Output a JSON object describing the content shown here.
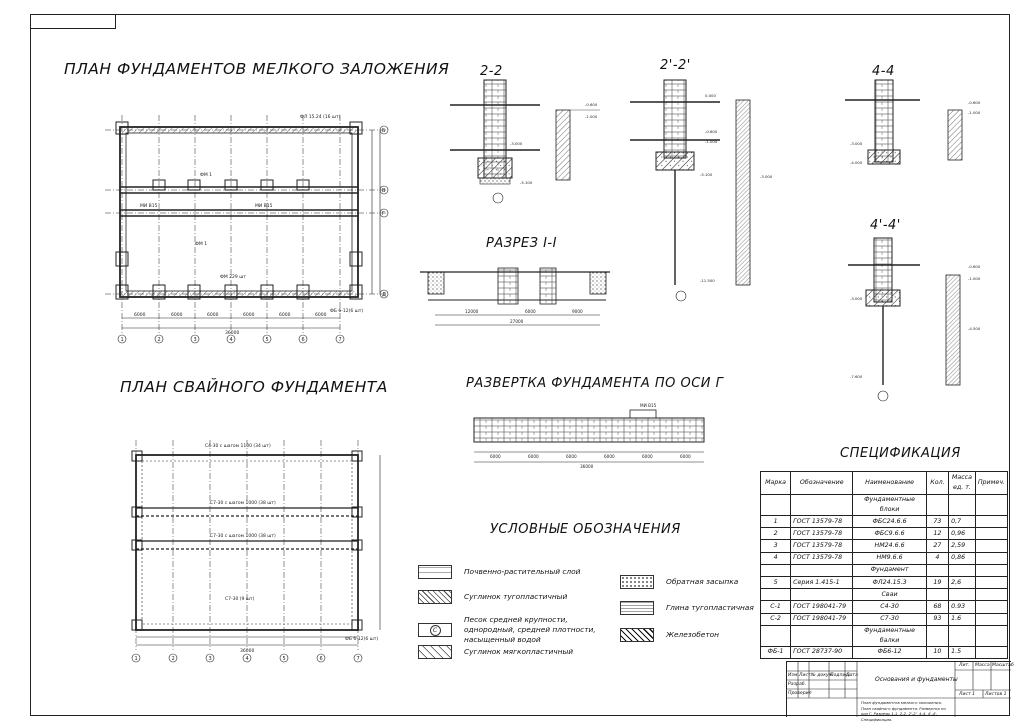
{
  "titles": {
    "shallow_plan": "ПЛАН ФУНДАМЕНТОВ МЕЛКОГО ЗАЛОЖЕНИЯ",
    "pile_plan": "ПЛАН СВАЙНОГО ФУНДАМЕНТА",
    "section_2_2": "2-2",
    "section_2_2p": "2'-2'",
    "section_4_4": "4-4",
    "section_4_4p": "4'-4'",
    "section_1_1": "РАЗРЕЗ I-I",
    "development": "РАЗВЕРТКА ФУНДАМЕНТА ПО ОСИ Г",
    "legend": "УСЛОВНЫЕ ОБОЗНАЧЕНИЯ",
    "spec": "СПЕЦИФИКАЦИЯ"
  },
  "plan_labels": {
    "axes_numbers": [
      "1",
      "2",
      "3",
      "4",
      "5",
      "6",
      "7"
    ],
    "axes_letters": [
      "Б",
      "В",
      "Г",
      "Д"
    ],
    "spans": [
      "6000",
      "6000",
      "6000",
      "6000",
      "6000",
      "6000"
    ],
    "total": "36000",
    "dev_total": "36000",
    "fl_label": "ФЛ 15.24 (16 шт)",
    "fm_label": "ФМ 1",
    "mu_label": "МИ В15",
    "fm229": "ФМ 229 шт",
    "fb_label": "ФБ 6-12(6 шт)",
    "pile_c430": "С4-30 с шагом 1100 (34 шт)",
    "pile_c730a": "С7-30 с шагом 1000 (38 шт)",
    "pile_c730b": "С7-30 с шагом 1000 (38 шт)",
    "pile_c730c": "С7-30 (9 шт)",
    "sec11_dims": [
      "12000",
      "6000",
      "9000"
    ],
    "sec11_total": "27000",
    "mu_dev": "МИ В15"
  },
  "legend": {
    "items": [
      {
        "text": "Почвенно-растительный слой"
      },
      {
        "text": "Суглинок тугопластичный"
      },
      {
        "text": "Песок средней крупности, однородный, средней плотности, насыщенный водой"
      },
      {
        "text": "Суглинок мягкопластичный"
      },
      {
        "text": "Обратная засыпка"
      },
      {
        "text": "Глина тугопластичная"
      },
      {
        "text": "Железобетон"
      }
    ]
  },
  "spec": {
    "headers": [
      "Марка",
      "Обозначение",
      "Наименование",
      "Кол.",
      "Масса ед. т.",
      "Примеч."
    ],
    "rows": [
      {
        "group": "Фундаментные блоки"
      },
      {
        "mark": "1",
        "doc": "ГОСТ 13579-78",
        "name": "ФБС24.6.6",
        "qty": "73",
        "mass": "0,7"
      },
      {
        "mark": "2",
        "doc": "ГОСТ 13579-78",
        "name": "ФБС9.6.6",
        "qty": "12",
        "mass": "0,96"
      },
      {
        "mark": "3",
        "doc": "ГОСТ 13579-78",
        "name": "НМ24.6.6",
        "qty": "27",
        "mass": "2,59"
      },
      {
        "mark": "4",
        "doc": "ГОСТ 13579-78",
        "name": "НМ9.6.6",
        "qty": "4",
        "mass": "0,86"
      },
      {
        "group": "Фундамент"
      },
      {
        "mark": "5",
        "doc": "Серия 1.415-1",
        "name": "ФЛ24.15.3",
        "qty": "19",
        "mass": "2,6"
      },
      {
        "group": "Сваи"
      },
      {
        "mark": "С-1",
        "doc": "ГОСТ 198041-79",
        "name": "С4-30",
        "qty": "68",
        "mass": "0.93"
      },
      {
        "mark": "С-2",
        "doc": "ГОСТ 198041-79",
        "name": "С7-30",
        "qty": "93",
        "mass": "1.6"
      },
      {
        "group": "Фундаментные балки"
      },
      {
        "mark": "ФБ-1",
        "doc": "ГОСТ 28737-90",
        "name": "ФБ6-12",
        "qty": "10",
        "mass": "1.5"
      }
    ]
  },
  "title_block": {
    "name": "Основания и фундаменты",
    "lit": "Лит.",
    "mass": "Масса",
    "scale": "Масштаб",
    "sheet": "Лист 1",
    "sheets": "Листов 1",
    "razrab": "Разраб.",
    "prover": "Проверил",
    "cols": [
      "Изм.",
      "Лист",
      "№ докум.",
      "Подпись",
      "Дата"
    ],
    "desc": "План фундаментов мелкого заложения. План свайного фундамента. Развертка по оси Г. Разрезы 1-1, 2-2, 2'-2', 4-4, 4'-4'. Спецификация."
  },
  "elevations": {
    "sec22": [
      "-0.600",
      "-1.000",
      "-3.000",
      "-5.100"
    ],
    "sec22p": [
      "0.000",
      "-0.600",
      "-1.000",
      "-3.000",
      "-5.100",
      "-11.500"
    ],
    "sec44": [
      "-0.600",
      "-1.000",
      "-3.000",
      "-4.000"
    ],
    "sec44p": [
      "-0.600",
      "-1.000",
      "-3.000",
      "-4.500",
      "-7.600"
    ]
  }
}
